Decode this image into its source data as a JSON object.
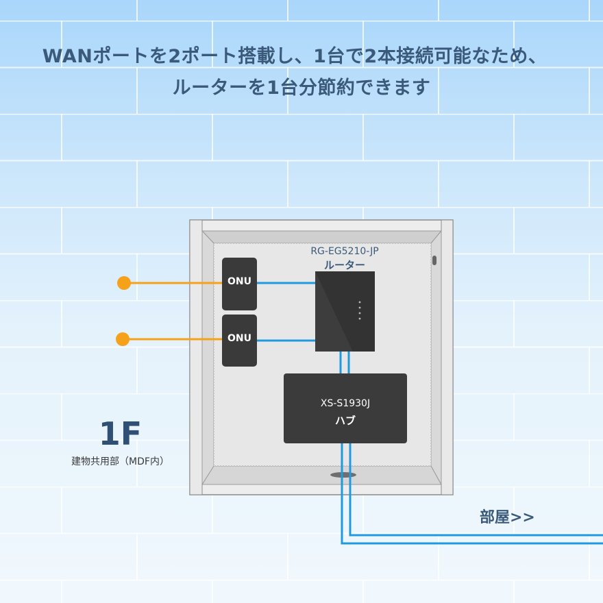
{
  "headline": {
    "line1": "WANポートを2ポート搭載し、1台で2本接続可能なため、",
    "line2": "ルーターを1台分節約できます"
  },
  "devices": {
    "onu_top": "ONU",
    "onu_bottom": "ONU",
    "router_model": "RG-EG5210-JP",
    "router_name": "ルーター",
    "hub_model": "XS-S1930J",
    "hub_name": "ハブ"
  },
  "floor": {
    "label": "1F",
    "location": "建物共用部（MDF内）"
  },
  "destination": "部屋>>",
  "colors": {
    "fiber": "#f6a11a",
    "lan": "#1e9be0",
    "device": "#3a3a3a",
    "text_blue": "#3b5a7a"
  }
}
